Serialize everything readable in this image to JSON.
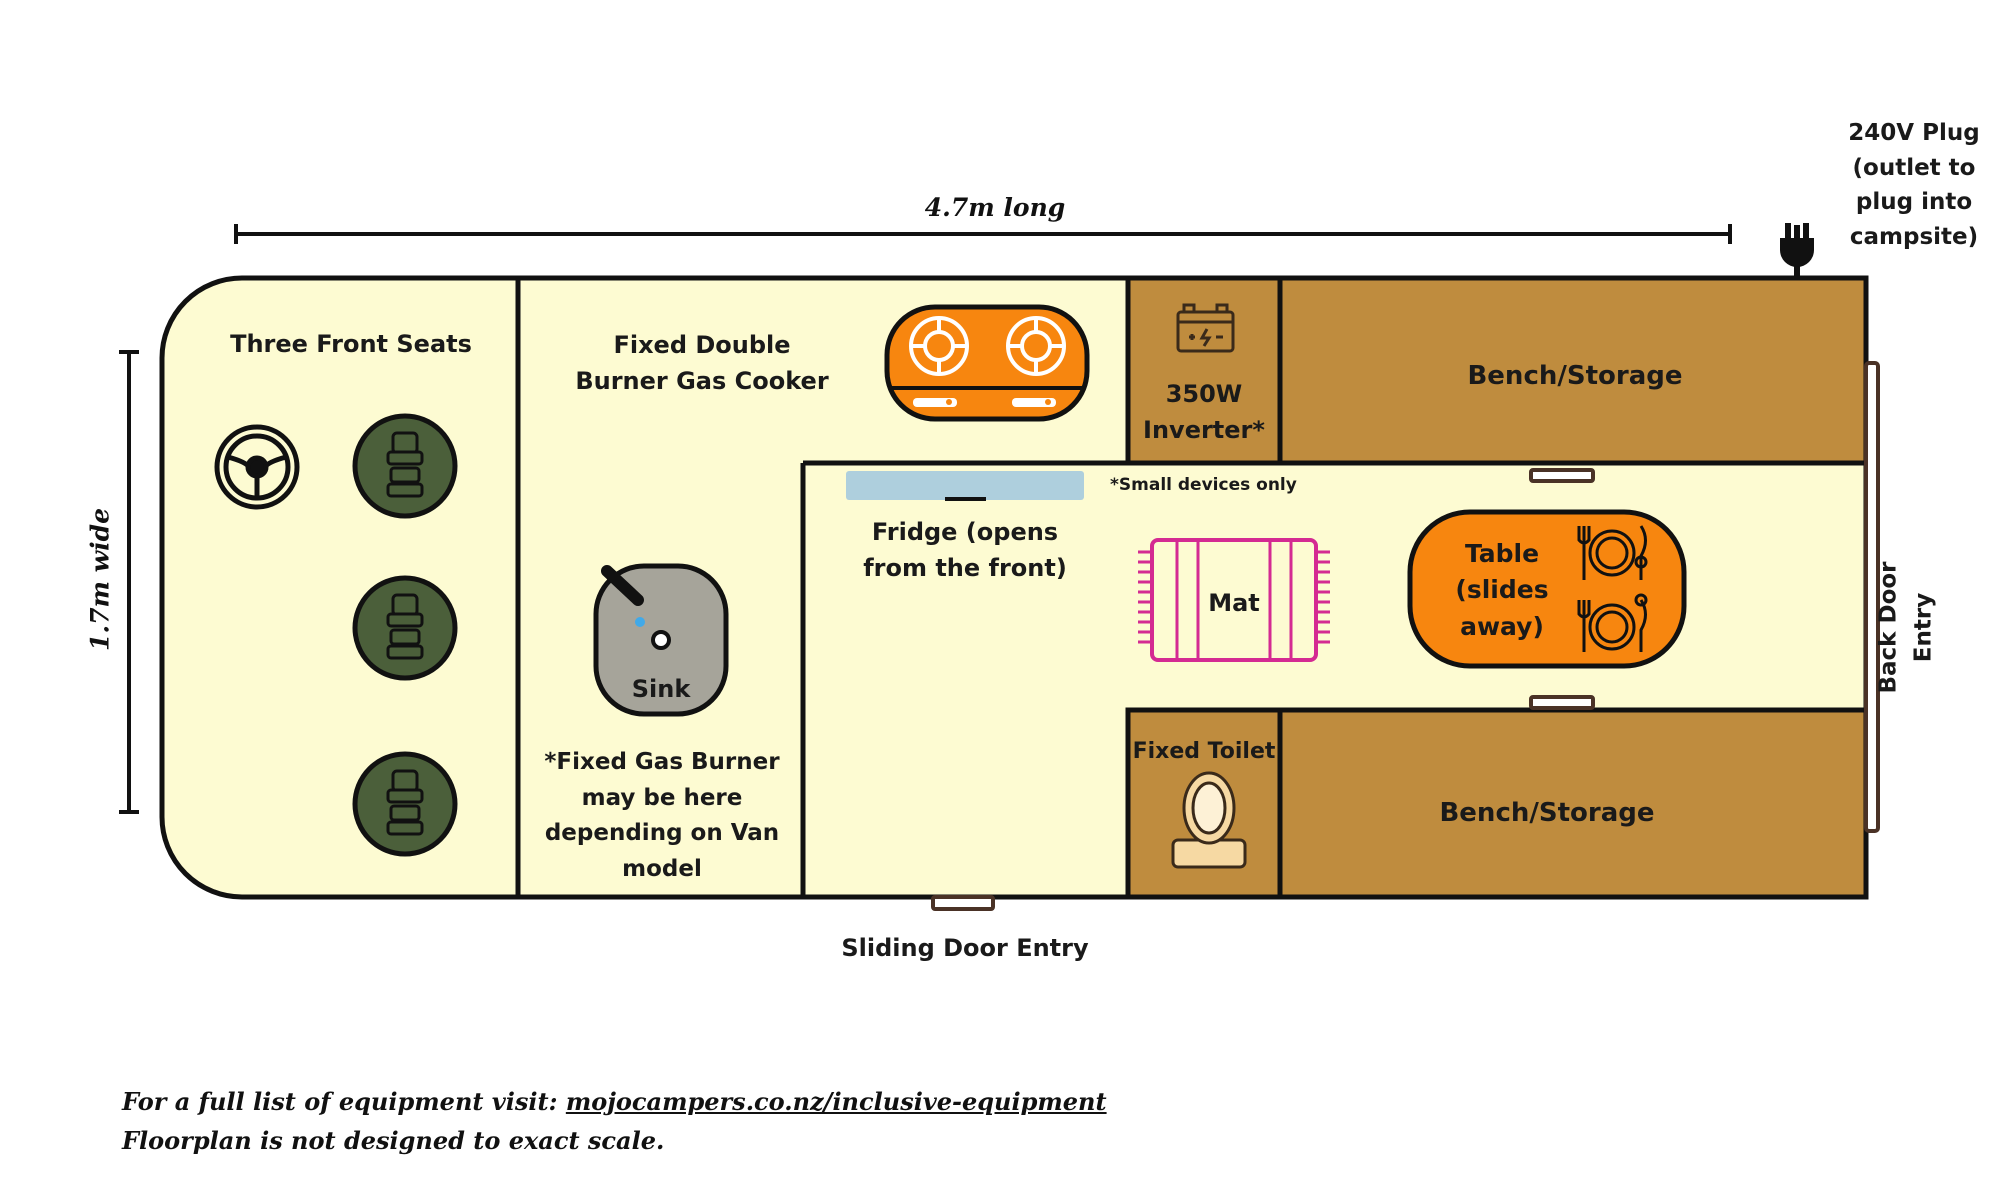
{
  "dimensions": {
    "length_label": "4.7m long",
    "width_label": "1.7m wide"
  },
  "labels": {
    "plug": "240V Plug (outlet to plug into campsite)",
    "front_seats": "Three Front Seats",
    "cooker": "Fixed Double Burner Gas Cooker",
    "inverter": "350W Inverter*",
    "bench_top": "Bench/Storage",
    "bench_bottom": "Bench/Storage",
    "small_devices": "*Small devices only",
    "fridge": "Fridge (opens from the front)",
    "mat": "Mat",
    "table": "Table (slides away)",
    "sink": "Sink",
    "gas_note": "*Fixed Gas Burner may be here depending on Van model",
    "toilet": "Fixed Toilet",
    "sliding_door": "Sliding Door Entry",
    "back_door": "Back Door Entry"
  },
  "footer": {
    "prefix": "For a full list of equipment visit: ",
    "link": "mojocampers.co.nz/inclusive-equipment",
    "scale_note": "Floorplan is not designed to exact scale."
  },
  "colors": {
    "floor": "#fdfbd2",
    "wood": "#bf8c3e",
    "orange": "#f7860f",
    "seat": "#4b5f3a",
    "sink": "#a6a49a",
    "fridge": "#aecfdd",
    "mat": "#d42a92",
    "outline": "#111111"
  }
}
